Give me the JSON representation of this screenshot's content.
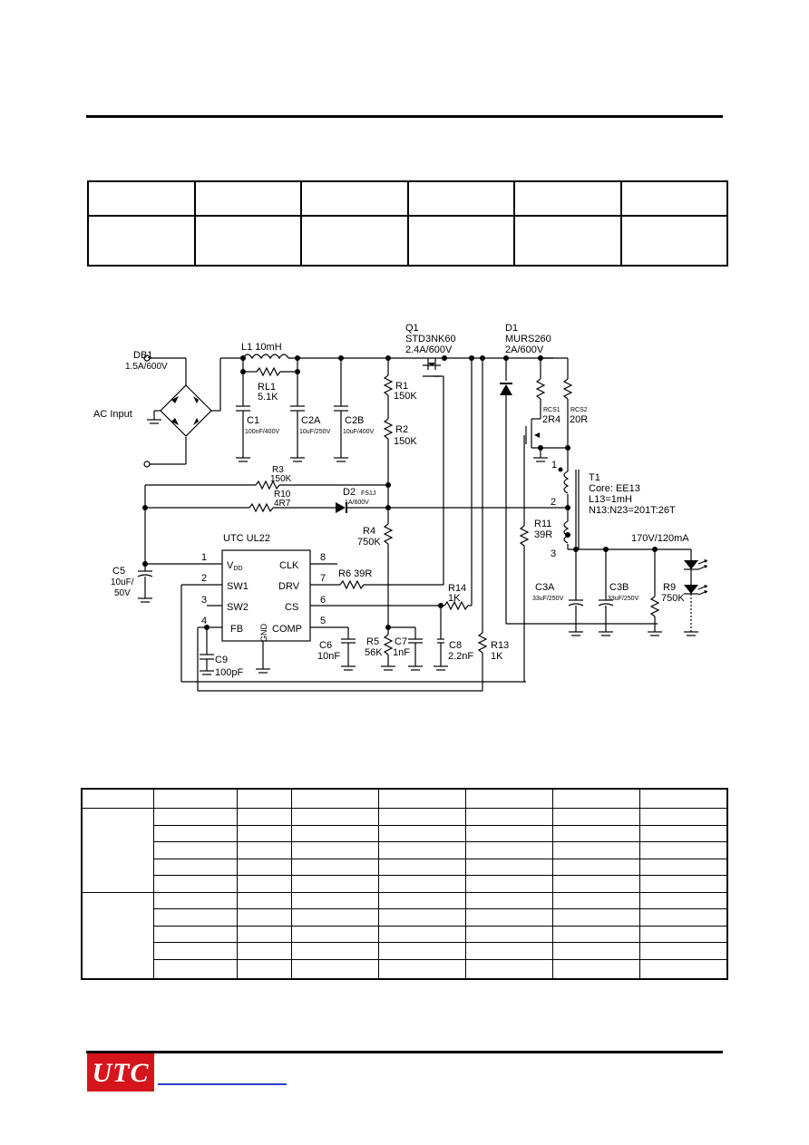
{
  "schematic": {
    "labels": {
      "db1_name": "DB1",
      "db1_value": "1.5A/600V",
      "ac_input": "AC Input",
      "l1": "L1 10mH",
      "rl1_name": "RL1",
      "rl1_value": "5.1K",
      "c1_name": "C1",
      "c1_value": "100nF/400V",
      "c2a_name": "C2A",
      "c2a_value": "10uF/250V",
      "c2b_name": "C2B",
      "c2b_value": "10uF/400V",
      "r1_name": "R1",
      "r1_value": "150K",
      "r2_name": "R2",
      "r2_value": "150K",
      "q1_name": "Q1",
      "q1_part": "STD3NK60",
      "q1_rating": "2.4A/600V",
      "d1_name": "D1",
      "d1_part": "MURS260",
      "d1_rating": "2A/600V",
      "rcs1_name": "RCS1",
      "rcs1_value": "2R4",
      "rcs2_name": "RCS2",
      "rcs2_value": "20R",
      "r3_name": "R3",
      "r3_value": "150K",
      "r10_name": "R10",
      "r10_value": "4R7",
      "d2_name": "D2",
      "d2_part": "FS1J",
      "d2_rating": "1A/600V",
      "t1_name": "T1",
      "t1_core": "Core: EE13",
      "t1_l13": "L13=1mH",
      "t1_ratio": "N13:N23=201T:26T",
      "pin1": "1",
      "pin2": "2",
      "pin3": "3",
      "r4_name": "R4",
      "r4_value": "750K",
      "r11_name": "R11",
      "r11_value": "39R",
      "output": "170V/120mA",
      "ic_name": "UTC UL22",
      "vdd": "V",
      "vdd_sub": "DD",
      "sw1": "SW1",
      "sw2": "SW2",
      "fb": "FB",
      "gnd": "GND",
      "clk": "CLK",
      "drv": "DRV",
      "cs": "CS",
      "comp": "COMP",
      "ic_pin1": "1",
      "ic_pin2": "2",
      "ic_pin3": "3",
      "ic_pin4": "4",
      "ic_pin5": "5",
      "ic_pin6": "6",
      "ic_pin7": "7",
      "ic_pin8": "8",
      "c5_name": "C5",
      "c5_value1": "10uF/",
      "c5_value2": "50V",
      "r6": "R6 39R",
      "r14_name": "R14",
      "r14_value": "1K",
      "c3a_name": "C3A",
      "c3a_value": "33uF/250V",
      "c3b_name": "C3B",
      "c3b_value": "33uF/250V",
      "r9_name": "R9",
      "r9_value": "750K",
      "c6_name": "C6",
      "c6_value": "10nF",
      "r5_name": "R5",
      "r5_value": "56K",
      "c7_name": "C7",
      "c7_value": "1nF",
      "c8_name": "C8",
      "c8_value": "2.2nF",
      "r13_name": "R13",
      "r13_value": "1K",
      "c9_name": "C9",
      "c9_value": "100pF"
    }
  },
  "footer": {
    "logo_text": "UTC"
  }
}
